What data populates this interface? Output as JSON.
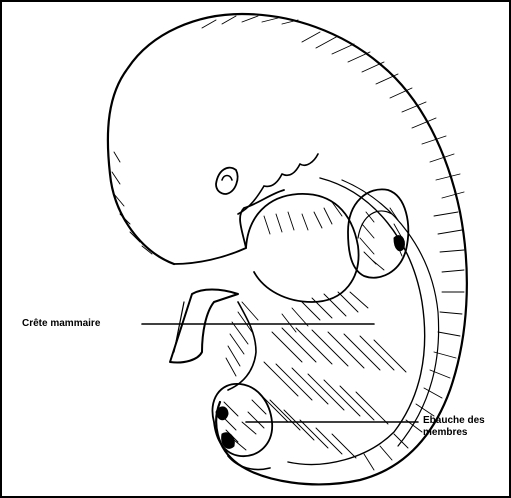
{
  "figure": {
    "labels": {
      "crete_mammaire": "Crête mammaire",
      "ebauche_line1": "Ebauche des",
      "ebauche_line2": "membres"
    },
    "colors": {
      "ink": "#000000",
      "paper": "#ffffff"
    }
  }
}
